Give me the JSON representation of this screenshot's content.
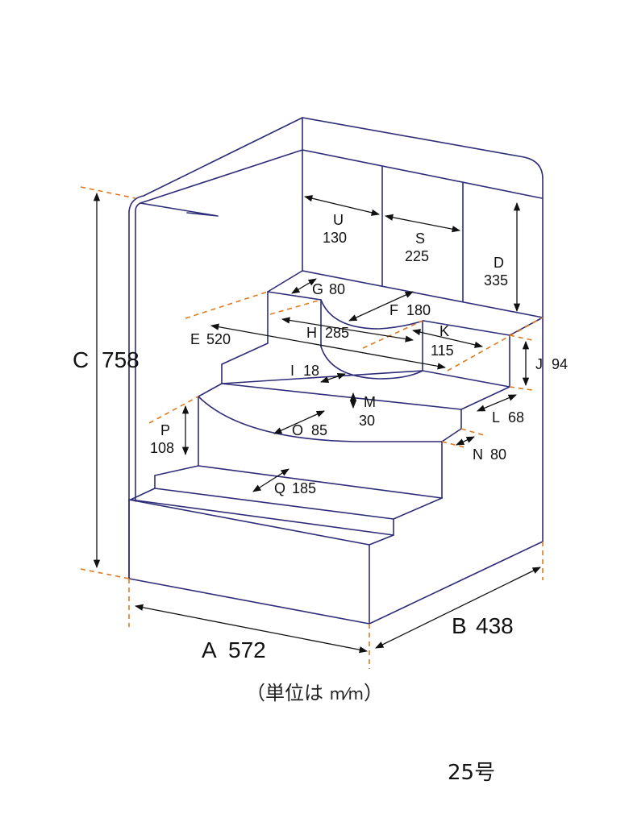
{
  "dimensions": {
    "A": {
      "letter": "A",
      "value": "572"
    },
    "B": {
      "letter": "B",
      "value": "438"
    },
    "C": {
      "letter": "C",
      "value": "758"
    },
    "D": {
      "letter": "D",
      "value": "335"
    },
    "E": {
      "letter": "E",
      "value": "520"
    },
    "F": {
      "letter": "F",
      "value": "180"
    },
    "G": {
      "letter": "G",
      "value": "80"
    },
    "H": {
      "letter": "H",
      "value": "285"
    },
    "I": {
      "letter": "I",
      "value": "18"
    },
    "J": {
      "letter": "J",
      "value": "94"
    },
    "K": {
      "letter": "K",
      "value": "115"
    },
    "L": {
      "letter": "L",
      "value": "68"
    },
    "M": {
      "letter": "M",
      "value": "30"
    },
    "N": {
      "letter": "N",
      "value": "80"
    },
    "O": {
      "letter": "O",
      "value": "85"
    },
    "P": {
      "letter": "P",
      "value": "108"
    },
    "Q": {
      "letter": "Q",
      "value": "185"
    },
    "S": {
      "letter": "S",
      "value": "225"
    },
    "U": {
      "letter": "U",
      "value": "130"
    }
  },
  "unit_note": {
    "open": "（単位は ",
    "frac": "m⁄m",
    "close": "）"
  },
  "model_label": "25号"
}
